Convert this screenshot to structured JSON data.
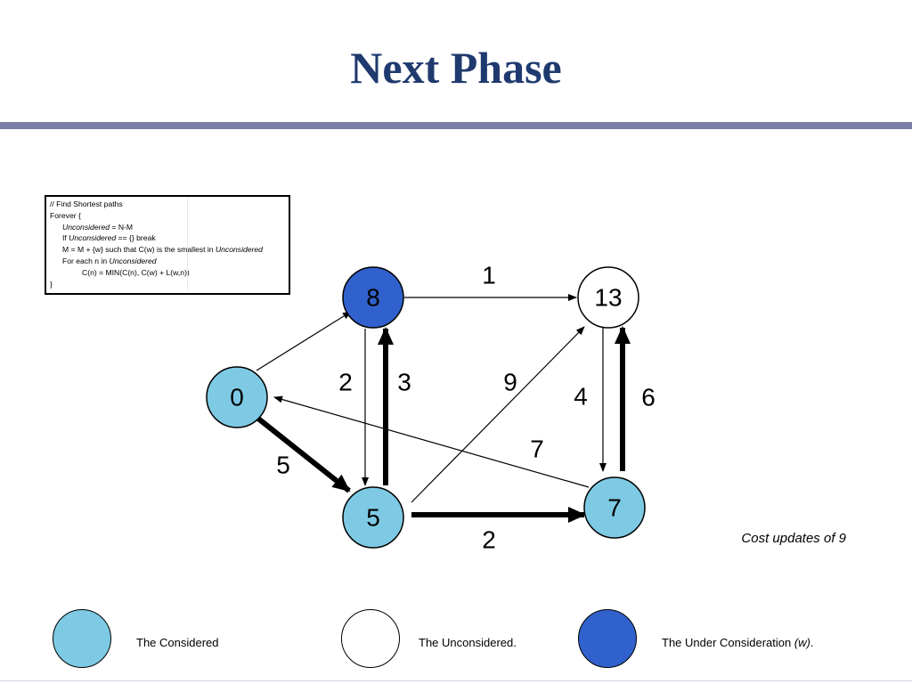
{
  "title": "Next Phase",
  "algorithm": {
    "lines": [
      "// Find Shortest paths",
      "Forever {",
      "Unconsidered",
      " = N-M",
      "If ",
      "Unconsidered",
      " == {} break",
      "M = M + {w} such that C(w) is the smallest in ",
      "Unconsidered",
      "For each n in ",
      "Unconsidered",
      "C(n) = MIN(C(n), C(w) + L(w,n))",
      "}"
    ]
  },
  "colors": {
    "considered": "#7ecae4",
    "unconsidered": "#ffffff",
    "under_consideration": "#3161cc",
    "title": "#1f3a6e",
    "rule": "#7a7ea6"
  },
  "graph": {
    "nodes": [
      {
        "id": "n0",
        "label": "0",
        "state": "considered"
      },
      {
        "id": "n8",
        "label": "8",
        "state": "under_consideration"
      },
      {
        "id": "n13",
        "label": "13",
        "state": "unconsidered"
      },
      {
        "id": "n5",
        "label": "5",
        "state": "considered"
      },
      {
        "id": "n7",
        "label": "7",
        "state": "considered"
      }
    ],
    "edges": [
      {
        "from": "n8",
        "to": "n13",
        "weight": "1",
        "bold": false
      },
      {
        "from": "n0",
        "to": "n8",
        "weight": "",
        "bold": false
      },
      {
        "from": "n8",
        "to": "n5",
        "weight": "2",
        "bold": false
      },
      {
        "from": "n5",
        "to": "n8",
        "weight": "3",
        "bold": true
      },
      {
        "from": "n5",
        "to": "n13",
        "weight": "9",
        "bold": false
      },
      {
        "from": "n13",
        "to": "n7",
        "weight": "4",
        "bold": false
      },
      {
        "from": "n7",
        "to": "n13",
        "weight": "6",
        "bold": true
      },
      {
        "from": "n7",
        "to": "n0",
        "weight": "7",
        "bold": false
      },
      {
        "from": "n0",
        "to": "n5",
        "weight": "5",
        "bold": true
      },
      {
        "from": "n5",
        "to": "n7",
        "weight": "2",
        "bold": true
      }
    ]
  },
  "caption": "Cost updates of 9",
  "legend": {
    "considered": "The Considered",
    "unconsidered": "The Unconsidered.",
    "under_consideration_prefix": "The Under Consideration ",
    "under_consideration_var": "(w)",
    "under_consideration_suffix": "."
  }
}
